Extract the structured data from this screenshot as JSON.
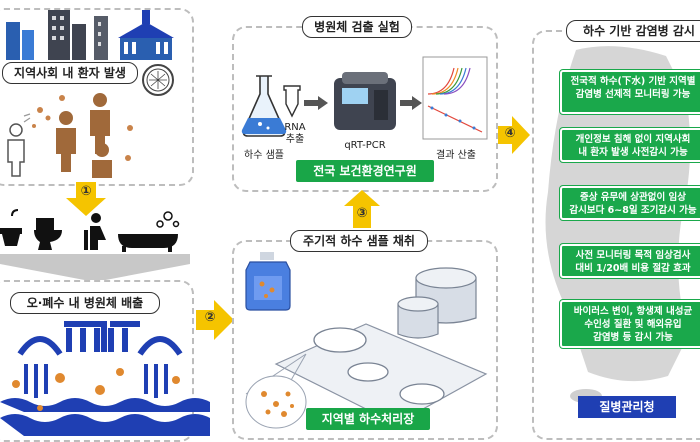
{
  "left": {
    "community_label": "지역사회 내 환자 발생",
    "discharge_label": "오·폐수 내 병원체 배출",
    "step1": "①"
  },
  "lab": {
    "title": "병원체 검출 실험",
    "sample_label": "하수 샘플",
    "rna_line1": "RNA",
    "rna_line2": "추출",
    "pcr_label": "qRT-PCR",
    "result_label": "결과 산출",
    "institute": "전국 보건환경연구원"
  },
  "plant": {
    "title": "주기적 하수 샘플 채취",
    "bar": "지역별 하수처리장"
  },
  "steps": {
    "s2": "②",
    "s3": "③",
    "s4": "④"
  },
  "surveillance": {
    "title": "하수 기반 감염병 감시",
    "boxes": [
      {
        "line1": "전국적 하수(下水) 기반 지역별",
        "line2": "감염병 선제적 모니터링 가능"
      },
      {
        "line1": "개인정보 침해 없이 지역사회",
        "line2": "내 환자 발생 사전감시 가능"
      },
      {
        "line1": "증상 유무에 상관없이 임상",
        "line2": "감시보다 6~8일 조기감시 가능"
      },
      {
        "line1": "사전 모니터링 목적 임상검사",
        "line2": "대비 1/20배 비용 절감 효과"
      },
      {
        "line1": "바이러스 변이, 항생제 내성균",
        "line2": "수인성 질환 및 해외유입",
        "line3": "감염병 등 감시 가능"
      }
    ],
    "agency": "질병관리청"
  },
  "colors": {
    "green": "#19a648",
    "navy": "#1f3fb3",
    "arrow": "#f5c400",
    "brown": "#a0693a"
  }
}
